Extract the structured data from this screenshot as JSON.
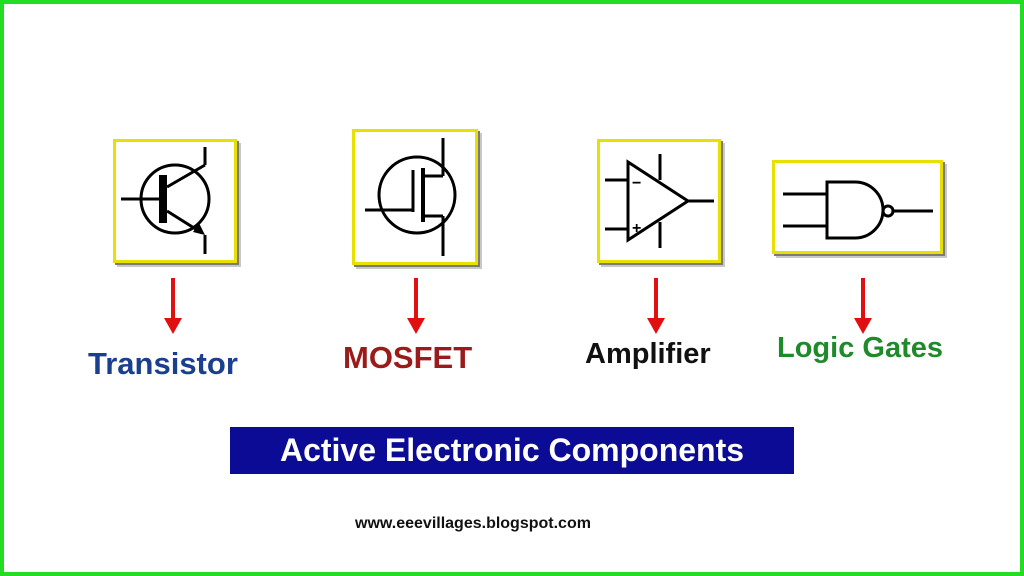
{
  "components": [
    {
      "name": "Transistor",
      "color": "#1a3f8f",
      "symbol": "transistor-symbol"
    },
    {
      "name": "MOSFET",
      "color": "#9b1b1b",
      "symbol": "mosfet-symbol"
    },
    {
      "name": "Amplifier",
      "color": "#111111",
      "symbol": "amplifier-symbol"
    },
    {
      "name": "Logic Gates",
      "color": "#1f8a2a",
      "symbol": "logic-gate-symbol"
    }
  ],
  "amplifier_signs": {
    "minus": "−",
    "plus": "+"
  },
  "banner": {
    "text": "Active Electronic Components"
  },
  "footer": {
    "url": "www.eeevillages.blogspot.com"
  },
  "colors": {
    "frame": "#22dd22",
    "box_border": "#e8e000",
    "arrow": "#e01010",
    "banner_bg": "#0b0b96"
  }
}
